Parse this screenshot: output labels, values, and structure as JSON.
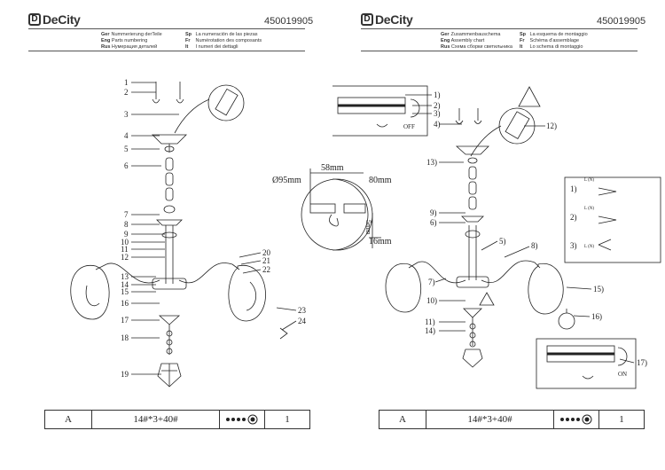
{
  "brand": "DeCity",
  "doc_number": "450019905",
  "left_legend": [
    {
      "code": "Ger",
      "text": "Nummerierung derTeile"
    },
    {
      "code": "Sp",
      "text": "La numeración de las piezas"
    },
    {
      "code": "Eng",
      "text": "Parts numbering"
    },
    {
      "code": "Fr",
      "text": "Numérotation des composants"
    },
    {
      "code": "Rus",
      "text": "Нумерация деталей"
    },
    {
      "code": "It",
      "text": "I numeri dei dettagli"
    }
  ],
  "right_legend": [
    {
      "code": "Ger",
      "text": "Zusammenbauschema"
    },
    {
      "code": "Sp",
      "text": "La esquema de montaggio"
    },
    {
      "code": "Eng",
      "text": "Assembly chart"
    },
    {
      "code": "Fr",
      "text": "Schéma d'assemblage"
    },
    {
      "code": "Rus",
      "text": "Схема сборки светильника"
    },
    {
      "code": "It",
      "text": "Lo schema di montaggio"
    }
  ],
  "left_numbers_a": [
    "1",
    "2",
    "3",
    "4",
    "5",
    "6",
    "7",
    "8",
    "9",
    "10",
    "11",
    "12",
    "13",
    "14",
    "15",
    "16",
    "17",
    "18",
    "19"
  ],
  "left_numbers_b": [
    "20",
    "21",
    "22",
    "23",
    "24"
  ],
  "dimensions": {
    "d": "Ø95mm",
    "w": "58mm",
    "h": "80mm",
    "s1": "5mm",
    "s2": "16mm"
  },
  "right_numbers": {
    "n1": "1)",
    "n2": "2)",
    "n3": "3)",
    "n4": "4)",
    "n12": "12)",
    "n13": "13)",
    "n9": "9)",
    "n6": "6)",
    "n5": "5)",
    "n8": "8)",
    "n7": "7)",
    "n10": "10)",
    "n15": "15)",
    "n16": "16)",
    "n11": "11)",
    "n14": "14)",
    "n17": "17)"
  },
  "switch_labels": {
    "off": "OFF",
    "on": "ON"
  },
  "wiring": {
    "w1": "1)",
    "w2": "2)",
    "w3": "3)",
    "ln": "L (N)"
  },
  "table": {
    "code": "A",
    "spec": "14#*3+40#",
    "qty": "1"
  }
}
